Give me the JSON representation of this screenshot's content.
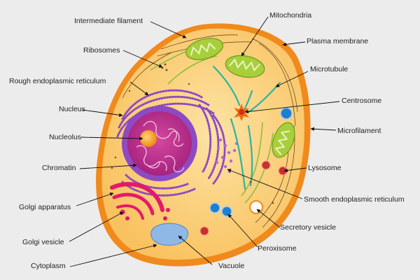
{
  "labels": {
    "intermediate_filament": "Intermediate filament",
    "ribosomes": "Ribosomes",
    "rough_er": "Rough endoplasmic reticulum",
    "nucleus": "Nucleus",
    "nucleolus": "Nucleolus",
    "chromatin": "Chromatin",
    "golgi_apparatus": "Golgi apparatus",
    "golgi_vesicle": "Golgi vesicle",
    "cytoplasm": "Cytoplasm",
    "vacuole": "Vacuole",
    "peroxisome": "Peroxisome",
    "secretory_vesicle": "Secretory vesicle",
    "smooth_er": "Smooth endoplasmic reticulum",
    "lysosome": "Lysosome",
    "microfilament": "Microfilament",
    "centrosome": "Centrosome",
    "microtubule": "Microtubule",
    "plasma_membrane": "Plasma membrane",
    "mitochondria": "Mitochondria"
  },
  "colors": {
    "background": "#ececec",
    "membrane": "#f08a1c",
    "cytoplasm": "#fbcf7a",
    "nucleus_outer": "#8e4ac2",
    "nucleus_inner": "#c0278f",
    "nucleolus": "#f5a11a",
    "mitochondria": "#a8cf3a",
    "golgi": "#e4196a",
    "vacuole": "#8fb8e6",
    "peroxisome": "#1e7fd0",
    "lysosome": "#c8302c",
    "microtubule": "#2bb5a0",
    "microfilament": "#8cbf3a"
  }
}
